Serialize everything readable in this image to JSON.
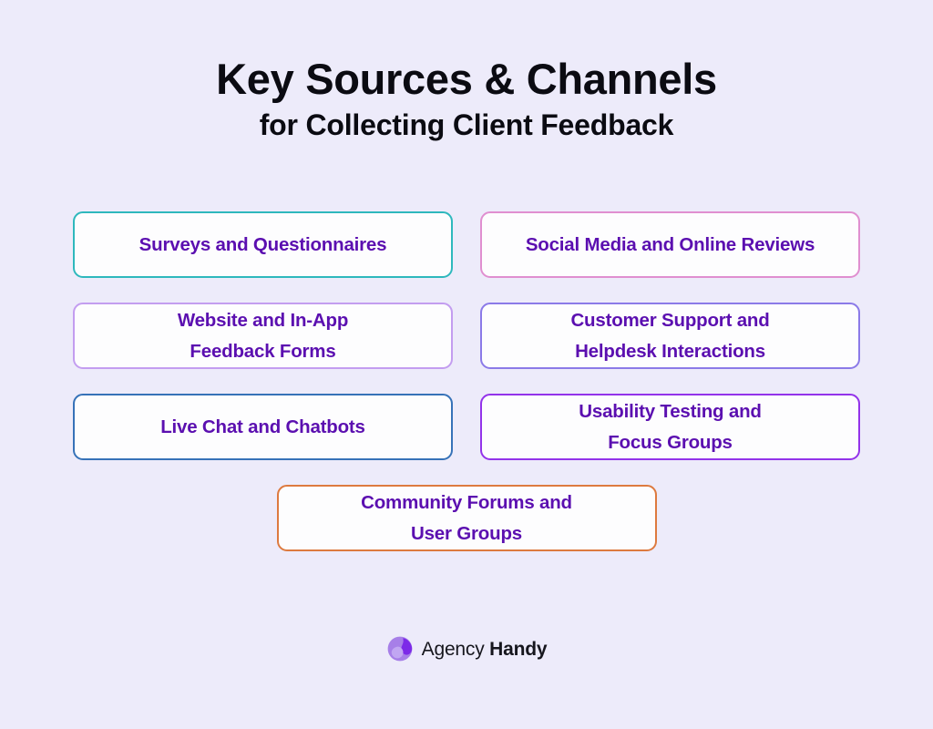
{
  "page": {
    "background_color": "#edebfa",
    "card_fill_color": "#fdfdfe",
    "card_text_color": "#5b0fb0",
    "title_color": "#0b0b12"
  },
  "header": {
    "title_main": "Key Sources & Channels",
    "title_sub": "for Collecting Client Feedback"
  },
  "cards": [
    {
      "label": "Surveys and Questionnaires",
      "border_color": "#2eb8bd",
      "row": 1,
      "column": "left"
    },
    {
      "label": "Social Media and Online Reviews",
      "border_color": "#e08fd0",
      "row": 1,
      "column": "right"
    },
    {
      "label": "Website and In-App\nFeedback Forms",
      "border_color": "#c39df0",
      "row": 2,
      "column": "left"
    },
    {
      "label": "Customer Support and\nHelpdesk Interactions",
      "border_color": "#8b7ae8",
      "row": 2,
      "column": "right"
    },
    {
      "label": "Live Chat and Chatbots",
      "border_color": "#3672b8",
      "row": 3,
      "column": "left"
    },
    {
      "label": "Usability Testing and\nFocus Groups",
      "border_color": "#9333ea",
      "row": 3,
      "column": "right"
    },
    {
      "label": "Community Forums and\nUser Groups",
      "border_color": "#dd7a3f",
      "row": 4,
      "column": "center"
    }
  ],
  "footer": {
    "brand_light": "Agency",
    "brand_bold": "Handy",
    "logo_color_light": "#a77fe8",
    "logo_color_dark": "#7c2ae8"
  }
}
